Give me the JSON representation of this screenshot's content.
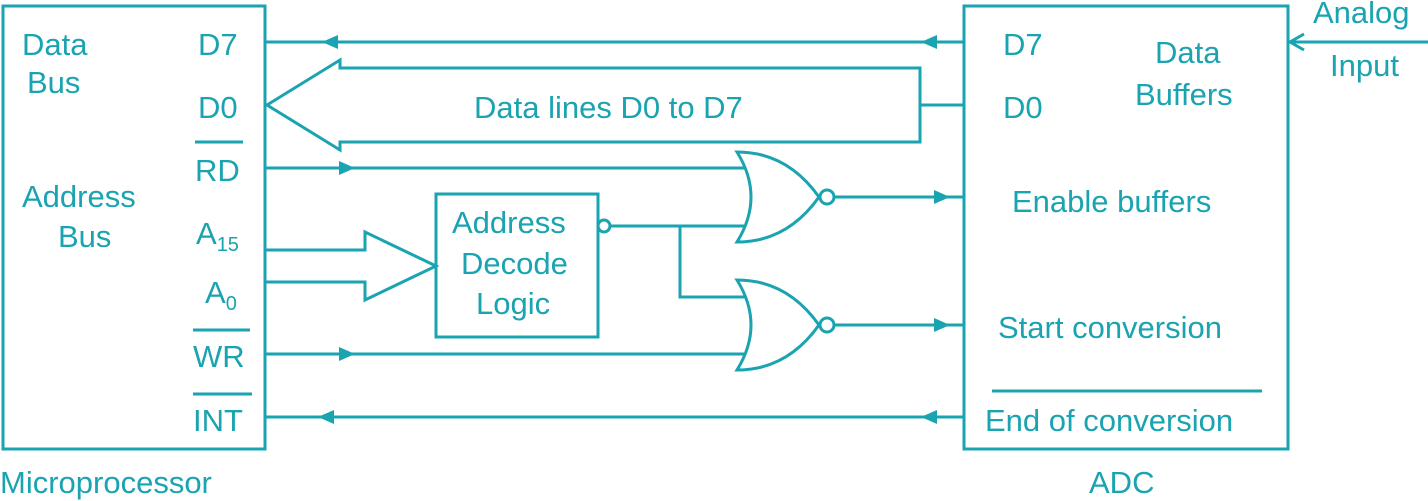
{
  "colors": {
    "line": "#1aa3b0",
    "background": "#ffffff"
  },
  "microprocessor": {
    "caption": "Microprocessor",
    "data_bus": [
      "Data",
      "Bus"
    ],
    "address_bus": [
      "Address",
      "Bus"
    ],
    "pins": {
      "d7": "D7",
      "d0": "D0",
      "rd": "RD",
      "a15": "A",
      "a15_sub": "15",
      "a0": "A",
      "a0_sub": "0",
      "wr": "WR",
      "int": "INT"
    }
  },
  "decoder": {
    "lines": [
      "Address",
      "Decode",
      "Logic"
    ]
  },
  "data_lines_label": "Data lines D0 to D7",
  "adc": {
    "caption": "ADC",
    "pins": {
      "d7": "D7",
      "d0": "D0"
    },
    "data_buffers": [
      "Data",
      "Buffers"
    ],
    "enable_buffers": "Enable buffers",
    "start_conversion": "Start conversion",
    "end_of_conversion": "End of conversion"
  },
  "analog_input": [
    "Analog",
    "Input"
  ]
}
